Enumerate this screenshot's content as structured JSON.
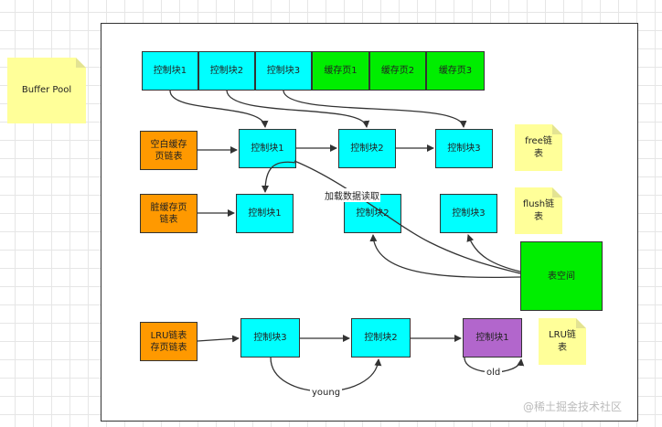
{
  "buffer_pool_note": "Buffer Pool",
  "top_row": [
    "控制块1",
    "控制块2",
    "控制块3",
    "缓存页1",
    "缓存页2",
    "缓存页3"
  ],
  "free_list": {
    "head": "空白缓存页链表",
    "nodes": [
      "控制块1",
      "控制块2",
      "控制块3"
    ],
    "note": "free链表"
  },
  "flush_list": {
    "head": "脏缓存页链表",
    "nodes": [
      "控制块1",
      "控制块2",
      "控制块3"
    ],
    "note": "flush链表"
  },
  "load_label": "加载数据读取",
  "tablespace": "表空间",
  "lru_list": {
    "head": "LRU链表存页链表",
    "nodes": [
      "控制块3",
      "控制块2",
      "控制块1"
    ],
    "note": "LRU链表",
    "young_label": "young",
    "old_label": "old"
  },
  "watermark": "@稀土掘金技术社区",
  "colors": {
    "control_block": "#00ffff",
    "cache_page": "#00ee00",
    "list_head": "#ff9900",
    "old_block": "#b266cc",
    "note": "#ffff99"
  }
}
